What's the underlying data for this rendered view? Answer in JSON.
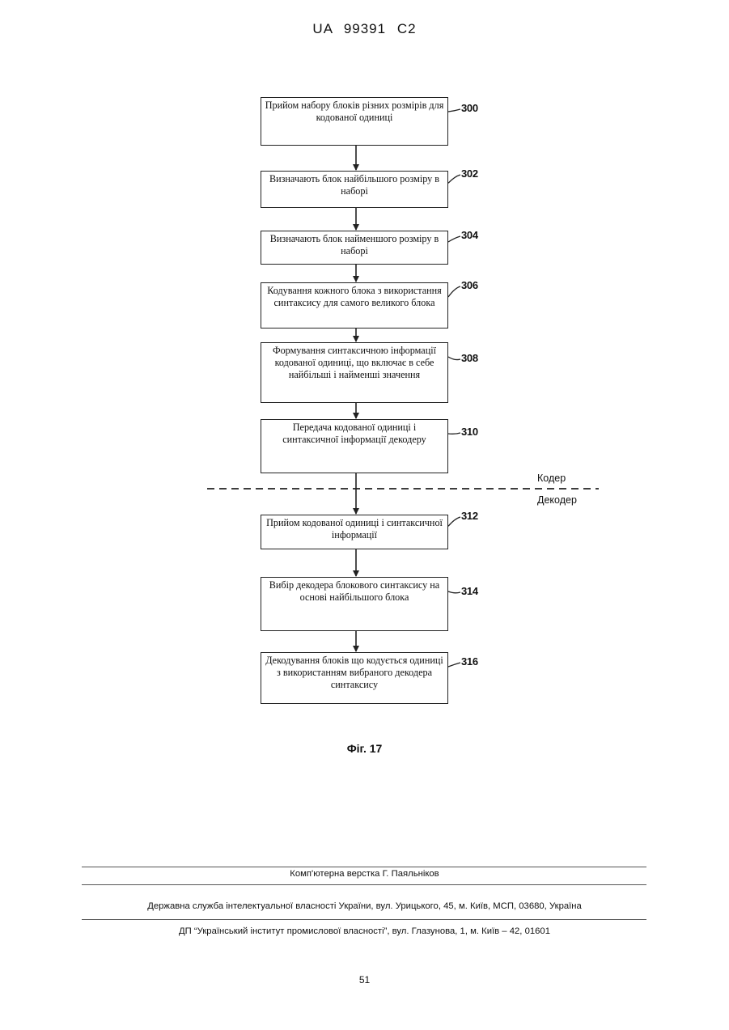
{
  "header": {
    "patent_number": "UA   99391   C2"
  },
  "diagram": {
    "nodes": [
      {
        "id": "300",
        "text": "Прийом набору блоків різних розмірів для кодованої одиниці"
      },
      {
        "id": "302",
        "text": "Визначають блок найбільшого розміру в наборі"
      },
      {
        "id": "304",
        "text": "Визначають блок найменшого розміру в наборі"
      },
      {
        "id": "306",
        "text": "Кодування кожного блока з використання синтаксису для самого великого блока"
      },
      {
        "id": "308",
        "text": "Формування синтаксичною інформації кодованої одиниці, що включає в себе найбільші і найменші значення"
      },
      {
        "id": "310",
        "text": "Передача кодованої одиниці і синтаксичної інформації декодеру"
      },
      {
        "id": "312",
        "text": "Прийом кодованої одиниці і синтаксичної інформації"
      },
      {
        "id": "314",
        "text": "Вибір декодера блокового синтаксису на основі найбільшого блока"
      },
      {
        "id": "316",
        "text": "Декодування блоків що кодується одиниці з використанням вибраного декодера синтаксису"
      }
    ],
    "edges": [
      [
        "300",
        "302"
      ],
      [
        "302",
        "304"
      ],
      [
        "304",
        "306"
      ],
      [
        "306",
        "308"
      ],
      [
        "308",
        "310"
      ],
      [
        "310",
        "312"
      ],
      [
        "312",
        "314"
      ],
      [
        "314",
        "316"
      ]
    ],
    "lanes": {
      "upper": "Кодер",
      "lower": "Декодер"
    }
  },
  "caption": "Фіг. 17",
  "footer": {
    "typesetter": "Комп'ютерна верстка Г. Паяльніков",
    "office": "Державна служба інтелектуальної власності України, вул. Урицького, 45, м. Київ, МСП, 03680, Україна",
    "institute": "ДП “Український інститут промислової власності”, вул. Глазунова, 1, м. Київ – 42, 01601"
  },
  "page_number": "51"
}
